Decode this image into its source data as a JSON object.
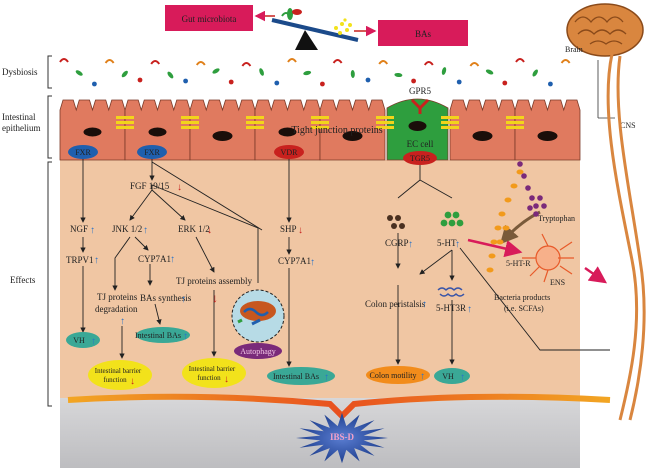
{
  "top": {
    "gut_microbiota": "Gut microbiota",
    "bas": "BAs"
  },
  "left_labels": {
    "dysbiosis": "Dysbiosis",
    "intestinal_epithelium": "Intestinal epithelium",
    "effects": "Effects"
  },
  "brain": {
    "brain": "Brain",
    "cns": "CNS"
  },
  "epithelium": {
    "gpr5": "GPR5",
    "tight_junction": "Tight junction proteins",
    "ec_cell": "EC cell",
    "tgr5": "TGR5"
  },
  "receptors": {
    "fxr_1": "FXR",
    "fxr_2": "FXR",
    "vdr": "VDR"
  },
  "effects": {
    "fgf": "FGF 19/15",
    "ngf": "NGF",
    "jnk": "JNK 1/2",
    "erk": "ERK 1/2",
    "cyp7a1_mid": "CYP7A1",
    "shp": "SHP",
    "cyp7a1_right": "CYP7A1",
    "trpv1": "TRPV1",
    "tj_degradation_1": "TJ proteins",
    "tj_degradation_2": "degradation",
    "bas_synthesis": "BAs synthesis",
    "tj_assembly": "TJ proteins assembly",
    "cgrp": "CGRP",
    "five_ht": "5-HT",
    "colon_peristalsis": "Colon peristalsis",
    "five_ht3r": "5-HT3R",
    "tryptophan": "Tryptophan",
    "five_ht_r": "5-HT-R",
    "ens": "ENS",
    "bacteria_products_1": "Bacteria products",
    "bacteria_products_2": "(i.e. SCFAs)"
  },
  "outcomes": {
    "vh_left": "VH",
    "intestinal_bas_left": "Intestinal BAs",
    "autophagy": "Autophagy",
    "intestinal_bas_right": "Intestinal BAs",
    "colon_motility": "Colon motility",
    "vh_right": "VH",
    "barrier_1_line1": "Intestinal barrier",
    "barrier_1_line2": "function",
    "barrier_2_line1": "Intestinal barrier",
    "barrier_2_line2": "function",
    "ibs_d": "IBS-D"
  },
  "colors": {
    "lumen": "#ffffff",
    "epithelium": "#e07a5f",
    "effects_bg": "#f0c6a3",
    "bottom_gray": "#c9c9cb",
    "ec_cell": "#2e9e3e",
    "receptor_blue": "#1f5fae",
    "red_receptor": "#c8211e",
    "teal": "#3aa896",
    "yellow": "#f2e21b",
    "orange_motility": "#f28c1b",
    "purple": "#7a2a7a",
    "arrow_up": "#2a73c8",
    "arrow_down": "#c8211e",
    "title_box": "#d81b5a",
    "brain": "#d9863f",
    "ibs_star": "#1e3f8f"
  }
}
